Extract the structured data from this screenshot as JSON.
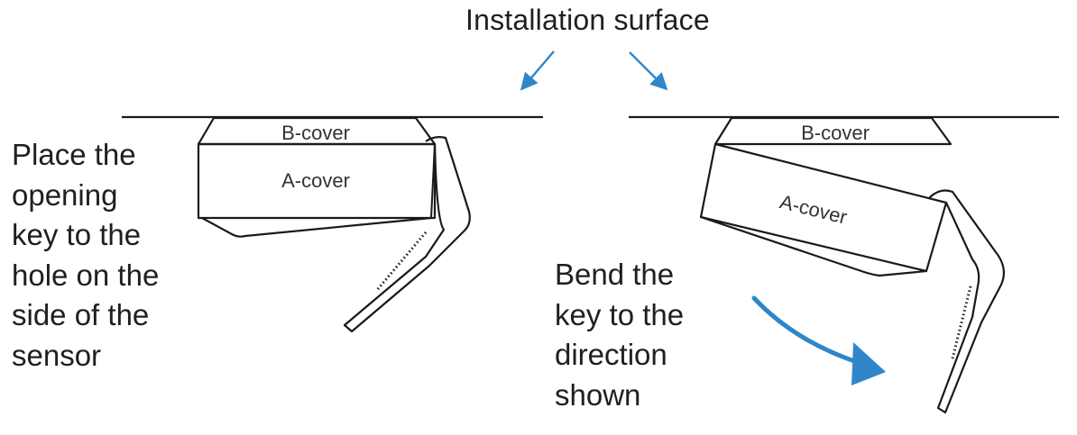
{
  "title": "Installation surface",
  "left_panel": {
    "b_cover": "B-cover",
    "a_cover": "A-cover",
    "instruction_lines": [
      "Place the",
      "opening",
      "key to the",
      "hole on the",
      "side of the",
      "sensor"
    ]
  },
  "right_panel": {
    "b_cover": "B-cover",
    "a_cover": "A-cover",
    "instruction_lines": [
      "Bend the",
      "key to the",
      "direction",
      "shown"
    ]
  },
  "colors": {
    "arrow": "#2f86c8",
    "line": "#1a1a1a",
    "text": "#1f1f1f"
  }
}
